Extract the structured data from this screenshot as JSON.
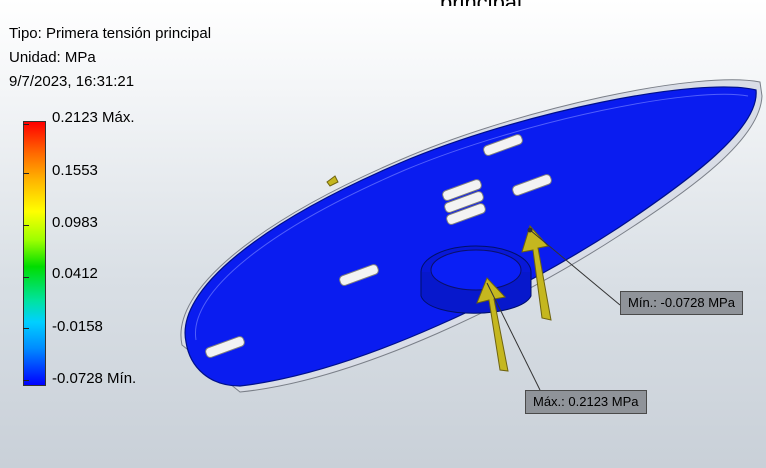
{
  "header_fragment": "principal",
  "result_info": {
    "type_line": "Tipo: Primera tensión principal",
    "unit_line": "Unidad: MPa",
    "timestamp_line": "9/7/2023, 16:31:21"
  },
  "legend": {
    "labels": [
      "0.2123 Máx.",
      "0.1553",
      "0.0983",
      "0.0412",
      "-0.0158",
      "-0.0728 Mín."
    ],
    "colors": {
      "max": "#ff0000",
      "min": "#0000ff"
    }
  },
  "callouts": {
    "min": "Mín.: -0.0728 MPa",
    "max": "Máx.: 0.2123 MPa"
  },
  "model_colors": {
    "disc": "#0a1cf0",
    "arrow": "#c5b71f"
  }
}
